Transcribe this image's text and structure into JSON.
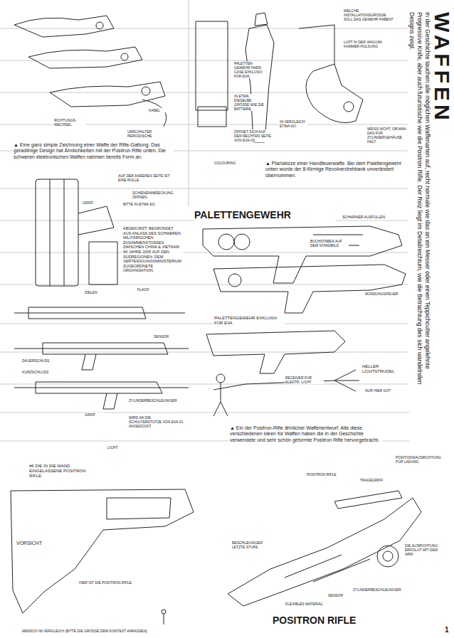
{
  "diagram": {
    "title": "WAFFEN",
    "labels": [
      "In der Geschichte tauchen alle möglichen Waffenarten auf, recht normale wie das an ein Messer oder einen Teppichcutter angelehnte Progressive Knife, aber auch futuristische wie die Positron Rifle. Der Reiz liegt im Detailreichtum, wie die Betrachtung des sich wandelnden Designs zeigt.",
      "▲ Eine ganz simple Zeichnung einer Waffe der Rifle-Gattung. Das geradlinige Design hat Ähnlichkeiten mit der Positron Rifle unten. Die schweren elektronischen Waffen nahmen bereits Form an.",
      "▲ Planskizze einer Handfeuerwaffe. Bei dem Palettengewehr unten wurde der 8-förmige Revolverdrehbank unverändert übernommen.",
      "PALETTENGEWEHR",
      "▲ Ein der Positron-Rifle ähnlicher Waffenentwurf. Alle diese verschiedenen Ideen für Waffen haben die in der Geschichte verwendete und sehr schön geformte Positron Rifle hervorgebracht.",
      "POSITRON RIFLE",
      "RICHTUNGS-WECHSEL",
      "KABEL",
      "UMSCHALTER PERIODISCHE",
      "PALETTEN-GEWEHR HARD CASE EXKLUSIV FÜR EVA.",
      "IN ETWA DIESELBE GRÖSSE WIE DIE BATTERIE",
      "ÖFFNET SICH AUF DER RECHTEN SEITE VON EVA-00.",
      "IN VERGLEICH ETWA SO.",
      "WELCHE INSTALLATIONSGRÖSSE SOLL DAS GEWEHR HABEN?",
      "LUFT IN DER VAKUUM-KAMMER-HÜLSUNG",
      "WEISS NICHT, OB MAN DAS FÜR ZYLINDERGEHÄUSE HÄLT",
      "COLOURING",
      "ABGEKÜRZT: BEGRÜNDET AUS ANLASS DES SCHWEREN MILITÄRISCHEN ZUSAMMENSTOSSES ZWISCHEN CHINA & VIETNAM IM JAHRE 2005 AUF DEN SÜDREGIONEN. DEM VERTEIDIGUNGSMINISTERIUM ZUGEORDNETE ORGANISATION.",
      "FLACH",
      "ZIELEN",
      "GRIFF",
      "BITTE IN ETWA SO.",
      "SCHIENENABDECKUNG ÖFFNEN",
      "AUF DER ANDEREN SEITE IST EINE ROLLE",
      "SCHARNIER AUSFÜLLEN",
      "PALETTENGEWEHR EXKLUSIV FÜR EVA",
      "MÜNDUNGSFEUER",
      "BUCHSTABEN AUF DEM STANDBILD",
      "RECEIVER FÜR ELEKTR. LICHT",
      "HELLER LICHTSTRUDEL",
      "NUR HIER GO?",
      "KURZSCHLUSS",
      "DAUERSCHUSS",
      "SENSOR",
      "ZYLINDERBESCHLEUNIGER",
      "WIRD AN DIE SCHULTERSTÜTZE VON EVA-01 ANGEDOCKT",
      "GRIFF",
      "#6 DIE IN DIE WAND EINGELASSENE POSITRON RIFLE",
      "VORSICHT",
      "HIER IST DIE POSITRON RIFLE.",
      "MENSCH IM VERGLEICH (BITTE DIE GRÖSSE DEM KONTEXT ANPASSEN)",
      "LICHT",
      "POSITRON RIFLE",
      "TRAGEGRIFF",
      "FLEXIBLES MATERIAL",
      "SENSOR",
      "ZYLINDERBESCHLEUNIGER",
      "POSITIONSAUSRICHTUNG FÜR LADUNG",
      "DIE AUSRICHTUNG ERFOLGT MIT DEM ARM",
      "BESCHLEUNIGER LETZTE STUFE",
      "1"
    ]
  }
}
